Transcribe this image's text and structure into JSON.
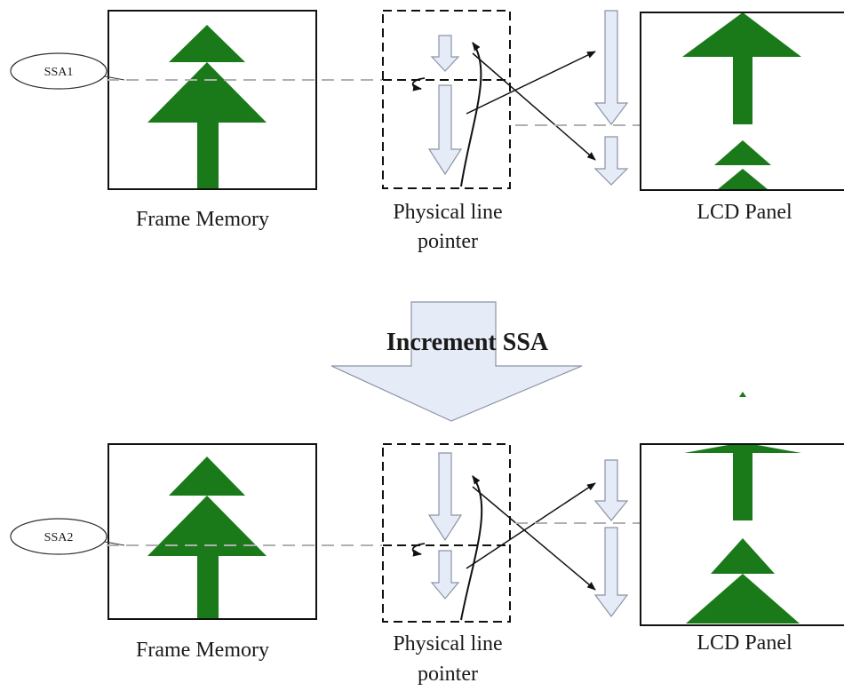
{
  "top": {
    "ssa_label": "SSA1",
    "frame_memory_label": "Frame Memory",
    "pointer_label_line1": "Physical line",
    "pointer_label_line2": "pointer",
    "lcd_label": "LCD Panel"
  },
  "middle": {
    "arrow_label": "Increment SSA"
  },
  "bottom": {
    "ssa_label": "SSA2",
    "frame_memory_label": "Frame Memory",
    "pointer_label_line1": "Physical line",
    "pointer_label_line2": "pointer",
    "lcd_label": "LCD Panel"
  },
  "colors": {
    "tree_green": "#1a7a1a",
    "arrow_fill": "#e6ecf7",
    "arrow_stroke": "#8a93a6",
    "dash_line": "#b0b0b0"
  }
}
